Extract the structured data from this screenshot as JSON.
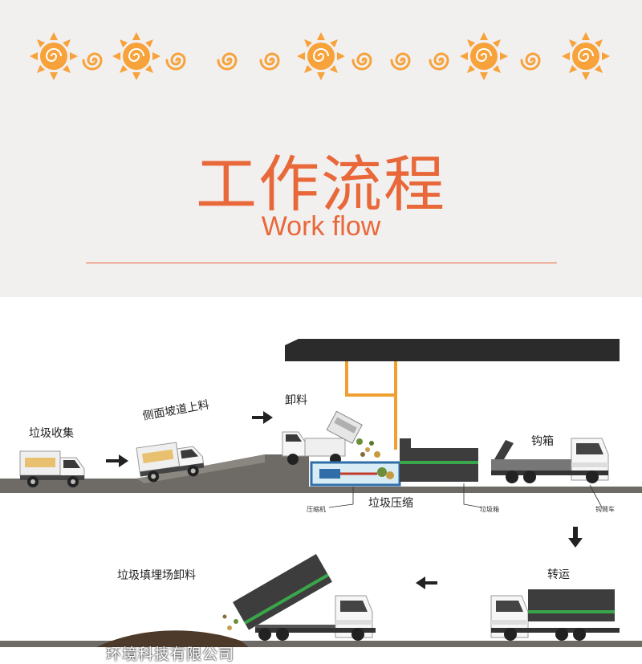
{
  "header": {
    "title": "工作流程",
    "subtitle": "Work flow",
    "sun_icon_color": "#f7a23a",
    "swirl_icon_color": "#f7a23a",
    "accent_color": "#e8683a",
    "background": "#f2efef"
  },
  "diagram": {
    "steps": {
      "collect": "垃圾收集",
      "ramp": "侧面坡道上料",
      "unload": "卸料",
      "hook_box": "钩箱",
      "compress": "垃圾压缩",
      "transfer": "转运",
      "landfill": "垃圾填埋场卸料"
    },
    "small_labels": {
      "compressor": "压缩机",
      "garbage_box": "垃圾箱",
      "hook_arm_truck": "钩臂车"
    },
    "colors": {
      "ground": "#6e6b66",
      "truck_body": "#f4f4f4",
      "container": "#3d3d3d",
      "stripe": "#3aa64a",
      "roof": "#2b2b2b",
      "pipe": "#f0a030",
      "pit": "#2f6ea8"
    }
  },
  "watermark": "环境科技有限公司"
}
